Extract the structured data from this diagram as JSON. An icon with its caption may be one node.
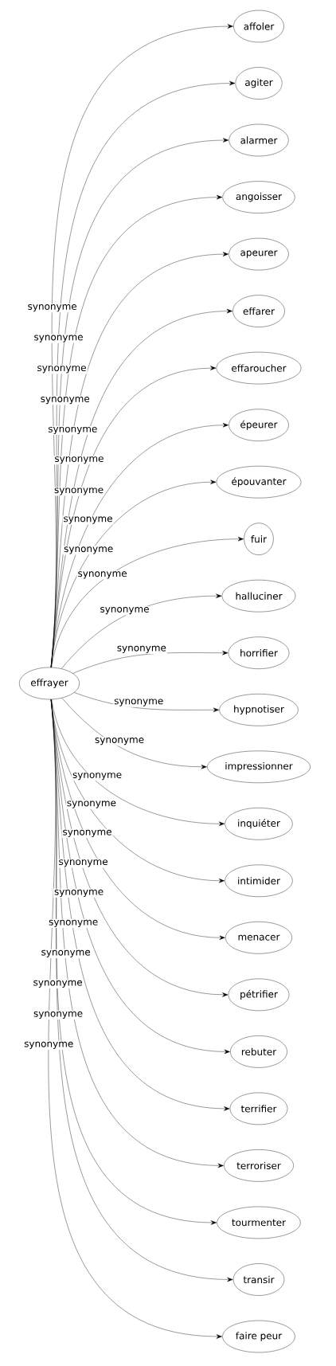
{
  "diagram": {
    "nodes": [
      {
        "text": [
          "effrayer"
        ]
      },
      {
        "text": [
          "affoler"
        ]
      },
      {
        "text": [
          "agiter"
        ]
      },
      {
        "text": [
          "alarmer"
        ]
      },
      {
        "text": [
          "angoisser"
        ]
      },
      {
        "text": [
          "apeurer"
        ]
      },
      {
        "text": [
          "effarer"
        ]
      },
      {
        "text": [
          "effaroucher"
        ]
      },
      {
        "text": [
          "épeurer"
        ]
      },
      {
        "text": [
          "épouvanter"
        ]
      },
      {
        "text": [
          "fuir"
        ]
      },
      {
        "text": [
          "halluciner"
        ]
      },
      {
        "text": [
          "horrifier"
        ]
      },
      {
        "text": [
          "hypnotiser"
        ]
      },
      {
        "text": [
          "impressionner"
        ]
      },
      {
        "text": [
          "inquiéter"
        ]
      },
      {
        "text": [
          "intimider"
        ]
      },
      {
        "text": [
          "menacer"
        ]
      },
      {
        "text": [
          "pétrifier"
        ]
      },
      {
        "text": [
          "rebuter"
        ]
      },
      {
        "text": [
          "terrifier"
        ]
      },
      {
        "text": [
          "terroriser"
        ]
      },
      {
        "text": [
          "tourmenter"
        ]
      },
      {
        "text": [
          "transir"
        ]
      },
      {
        "text": [
          "faire peur"
        ]
      }
    ],
    "edges": [
      {
        "from": 0,
        "to": 1,
        "arrow": "to",
        "label": "synonyme"
      },
      {
        "from": 0,
        "to": 2,
        "arrow": "to",
        "label": "synonyme"
      },
      {
        "from": 0,
        "to": 3,
        "arrow": "to",
        "label": "synonyme"
      },
      {
        "from": 0,
        "to": 4,
        "arrow": "to",
        "label": "synonyme"
      },
      {
        "from": 0,
        "to": 5,
        "arrow": "to",
        "label": "synonyme"
      },
      {
        "from": 0,
        "to": 6,
        "arrow": "to",
        "label": "synonyme"
      },
      {
        "from": 0,
        "to": 7,
        "arrow": "to",
        "label": "synonyme"
      },
      {
        "from": 0,
        "to": 8,
        "arrow": "to",
        "label": "synonyme"
      },
      {
        "from": 0,
        "to": 9,
        "arrow": "to",
        "label": "synonyme"
      },
      {
        "from": 0,
        "to": 10,
        "arrow": "to",
        "label": "synonyme"
      },
      {
        "from": 0,
        "to": 11,
        "arrow": "to",
        "label": "synonyme"
      },
      {
        "from": 0,
        "to": 12,
        "arrow": "to",
        "label": "synonyme"
      },
      {
        "from": 0,
        "to": 13,
        "arrow": "to",
        "label": "synonyme"
      },
      {
        "from": 0,
        "to": 14,
        "arrow": "to",
        "label": "synonyme"
      },
      {
        "from": 0,
        "to": 15,
        "arrow": "to",
        "label": "synonyme"
      },
      {
        "from": 0,
        "to": 16,
        "arrow": "to",
        "label": "synonyme"
      },
      {
        "from": 0,
        "to": 17,
        "arrow": "to",
        "label": "synonyme"
      },
      {
        "from": 0,
        "to": 18,
        "arrow": "to",
        "label": "synonyme"
      },
      {
        "from": 0,
        "to": 19,
        "arrow": "to",
        "label": "synonyme"
      },
      {
        "from": 0,
        "to": 20,
        "arrow": "to",
        "label": "synonyme"
      },
      {
        "from": 0,
        "to": 21,
        "arrow": "to",
        "label": "synonyme"
      },
      {
        "from": 0,
        "to": 22,
        "arrow": "to",
        "label": "synonyme"
      },
      {
        "from": 0,
        "to": 23,
        "arrow": "to",
        "label": "synonyme"
      },
      {
        "from": 0,
        "to": 24,
        "arrow": "to",
        "label": "synonyme"
      }
    ]
  }
}
